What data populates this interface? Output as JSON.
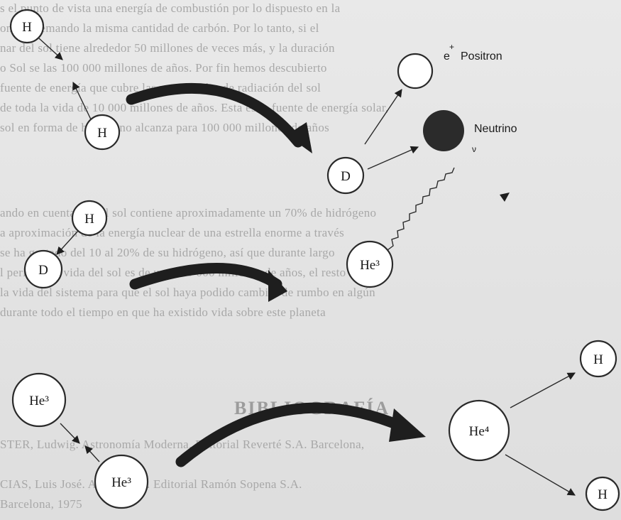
{
  "background": {
    "lines": [
      "s el punto de vista  una energía de combustión por lo dispuesto en la",
      "onda quemando la misma cantidad de carbón. Por lo tanto, si el",
      "nar del sol tiene alrededor 50 millones de veces más, y la duración",
      "o Sol se las 100 000 millones de años. Por fin hemos descubierto",
      "fuente de energía que cubre las necesidades de radiación del sol",
      "de toda la vida de 10 000 millones de años. Esta es la fuente de energía solar,",
      "sol en forma de hidrógeno alcanza para 100 000 millones de años",
      "",
      "ando en cuenta que el sol contiene aproximadamente un 70% de hidrógeno",
      "a aproximación de la energía nuclear de una estrella enorme a través",
      "se ha gastado del 10 al 20% de su hidrógeno, así que durante largo",
      "l periodo de vida del sol es de unos 10 000 millones de años, el resto",
      "la vida del sistema para que el sol haya podido cambiar de rumbo en algún",
      "durante todo el tiempo en que ha existido vida sobre este planeta"
    ],
    "heading": "BIBLIOGRAFÍA",
    "biblio": [
      "STER, Ludwig. Astronomía Moderna. Editorial Reverté S.A. Barcelona,",
      "",
      "CIAS, Luis José. Astronomía. Editorial Ramón Sopena S.A.",
      "Barcelona, 1975"
    ]
  },
  "particles": {
    "H": "H",
    "D": "D",
    "He3": "He³",
    "He4": "He⁴",
    "electron_symbol": "e",
    "positron": "Positron",
    "neutrino": "Neutrino"
  },
  "colors": {
    "ink": "#1e1e1e",
    "neutrino_fill": "#2b2b2b",
    "paper": "#e4e4e4",
    "faded_text": "#a8a8a8"
  }
}
